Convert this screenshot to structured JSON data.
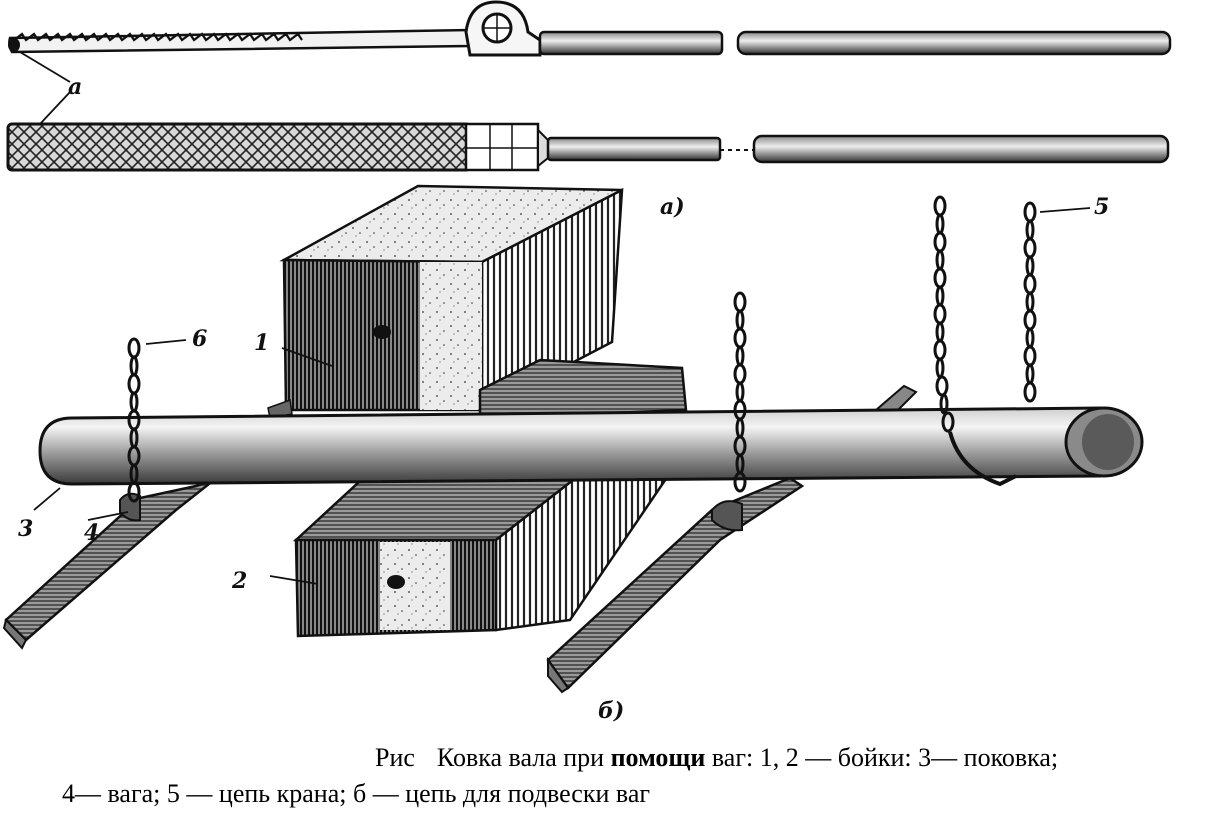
{
  "figure": {
    "labels": {
      "a_parts": "а",
      "part_a": "а)",
      "part_b": "б)",
      "n1": "1",
      "n2": "2",
      "n3": "3",
      "n4": "4",
      "n5": "5",
      "n6": "6"
    }
  },
  "caption": {
    "prefix": "Рис",
    "text_before_bold": "Ковка вала при ",
    "bold": "помощи",
    "text_after_bold": " ваг: 1, 2 — бойки: 3— поковка;",
    "line2": "4— вага; 5 — цепь крана; б — цепь для подвески ваг"
  },
  "colors": {
    "ink": "#111111",
    "paper": "#ffffff",
    "shade": "#6a6a6a"
  }
}
